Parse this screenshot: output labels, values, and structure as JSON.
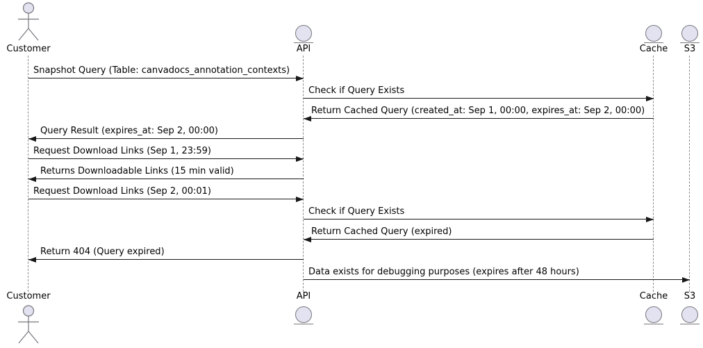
{
  "diagram": {
    "type": "sequence-diagram",
    "participants": [
      {
        "id": "customer",
        "label": "Customer",
        "kind": "actor"
      },
      {
        "id": "api",
        "label": "API",
        "kind": "entity"
      },
      {
        "id": "cache",
        "label": "Cache",
        "kind": "entity"
      },
      {
        "id": "s3",
        "label": "S3",
        "kind": "entity"
      }
    ],
    "messages": [
      {
        "from": "customer",
        "to": "api",
        "label": "Snapshot Query (Table: canvadocs_annotation_contexts)"
      },
      {
        "from": "api",
        "to": "cache",
        "label": "Check if Query Exists"
      },
      {
        "from": "cache",
        "to": "api",
        "label": "Return Cached Query (created_at: Sep 1, 00:00, expires_at: Sep 2, 00:00)"
      },
      {
        "from": "api",
        "to": "customer",
        "label": "Query Result (expires_at: Sep 2, 00:00)"
      },
      {
        "from": "customer",
        "to": "api",
        "label": "Request Download Links (Sep 1, 23:59)"
      },
      {
        "from": "api",
        "to": "customer",
        "label": "Returns Downloadable Links (15 min valid)"
      },
      {
        "from": "customer",
        "to": "api",
        "label": "Request Download Links (Sep 2, 00:01)"
      },
      {
        "from": "api",
        "to": "cache",
        "label": "Check if Query Exists"
      },
      {
        "from": "cache",
        "to": "api",
        "label": "Return Cached Query (expired)"
      },
      {
        "from": "api",
        "to": "customer",
        "label": "Return 404 (Query expired)"
      },
      {
        "from": "api",
        "to": "s3",
        "label": "Data exists for debugging purposes (expires after 48 hours)"
      }
    ],
    "colors": {
      "background": "#FFFFFF",
      "participant_fill": "#E2E2F0",
      "participant_stroke": "#76767E",
      "lifeline": "#8A8A8A",
      "arrow": "#181818",
      "text": "#000000"
    }
  }
}
